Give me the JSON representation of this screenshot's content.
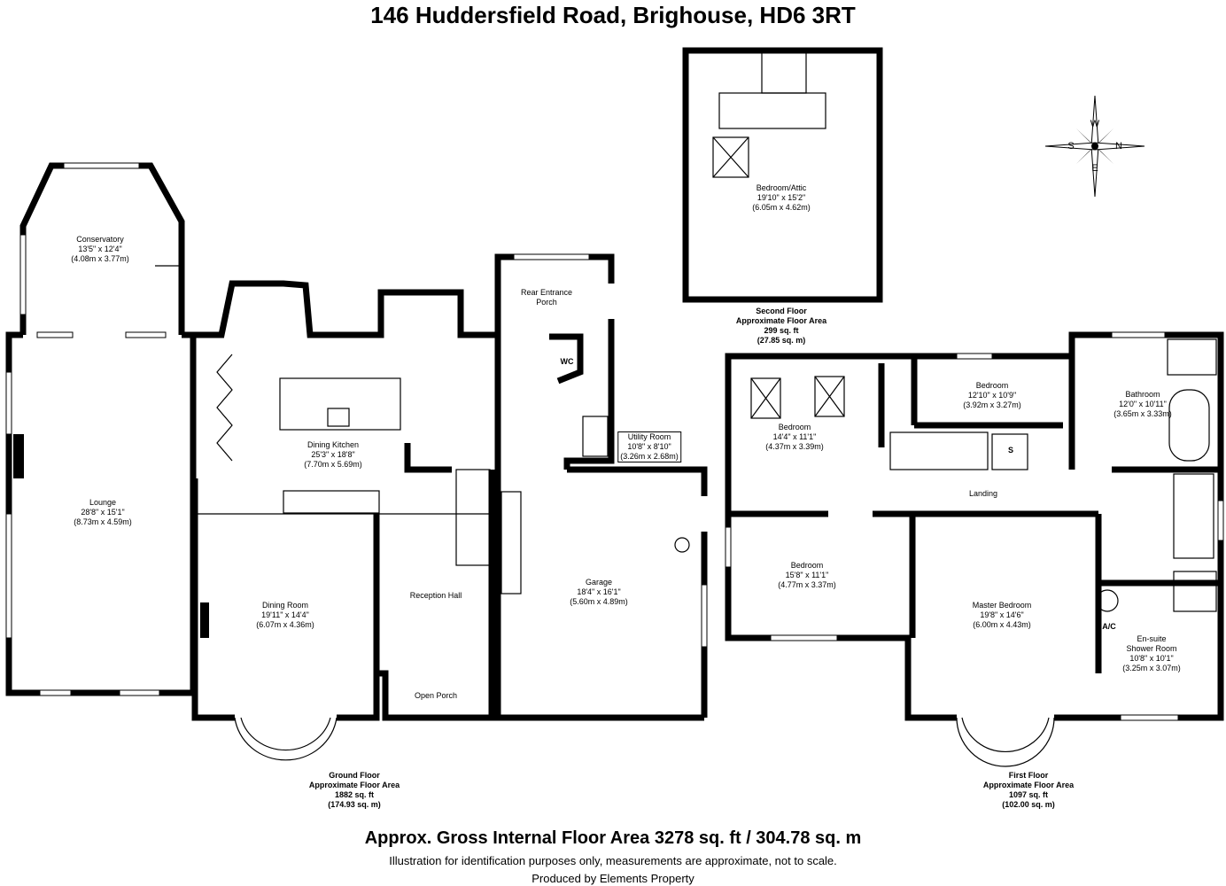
{
  "title": "146 Huddersfield Road, Brighouse, HD6 3RT",
  "rooms": {
    "conservatory": {
      "name": "Conservatory",
      "imperial": "13'5\" x 12'4\"",
      "metric": "(4.08m x 3.77m)"
    },
    "lounge": {
      "name": "Lounge",
      "imperial": "28'8\" x 15'1\"",
      "metric": "(8.73m x 4.59m)"
    },
    "dining_kitchen": {
      "name": "Dining Kitchen",
      "imperial": "25'3\" x 18'8\"",
      "metric": "(7.70m x 5.69m)"
    },
    "dining_room": {
      "name": "Dining Room",
      "imperial": "19'11\" x 14'4\"",
      "metric": "(6.07m x 4.36m)"
    },
    "reception_hall": {
      "name": "Reception Hall"
    },
    "open_porch": {
      "name": "Open Porch"
    },
    "rear_entrance_porch": {
      "name": "Rear Entrance",
      "name2": "Porch"
    },
    "wc": {
      "name": "WC"
    },
    "utility_room": {
      "name": "Utility Room",
      "imperial": "10'8\" x 8'10\"",
      "metric": "(3.26m x 2.68m)"
    },
    "garage": {
      "name": "Garage",
      "imperial": "18'4\" x 16'1\"",
      "metric": "(5.60m x 4.89m)"
    },
    "bedroom_attic": {
      "name": "Bedroom/Attic",
      "imperial": "19'10\" x 15'2\"",
      "metric": "(6.05m x 4.62m)"
    },
    "bedroom_1": {
      "name": "Bedroom",
      "imperial": "14'4\" x 11'1\"",
      "metric": "(4.37m x 3.39m)"
    },
    "bedroom_2": {
      "name": "Bedroom",
      "imperial": "12'10\" x 10'9\"",
      "metric": "(3.92m x 3.27m)"
    },
    "bathroom": {
      "name": "Bathroom",
      "imperial": "12'0\" x 10'11\"",
      "metric": "(3.65m x 3.33m)"
    },
    "storage": {
      "name": "S"
    },
    "landing": {
      "name": "Landing"
    },
    "bedroom_3": {
      "name": "Bedroom",
      "imperial": "15'8\" x 11'1\"",
      "metric": "(4.77m x 3.37m)"
    },
    "master_bedroom": {
      "name": "Master Bedroom",
      "imperial": "19'8\" x 14'6\"",
      "metric": "(6.00m x 4.43m)"
    },
    "ac": {
      "name": "A/C"
    },
    "ensuite": {
      "name": "En-suite",
      "name2": "Shower Room",
      "imperial": "10'8\" x 10'1\"",
      "metric": "(3.25m x 3.07m)"
    }
  },
  "floor_areas": {
    "ground": {
      "line1": "Ground Floor",
      "line2": "Approximate Floor Area",
      "line3": "1882 sq. ft",
      "line4": "(174.93 sq. m)"
    },
    "first": {
      "line1": "First Floor",
      "line2": "Approximate Floor Area",
      "line3": "1097 sq. ft",
      "line4": "(102.00 sq. m)"
    },
    "second": {
      "line1": "Second Floor",
      "line2": "Approximate Floor Area",
      "line3": "299 sq. ft",
      "line4": "(27.85 sq. m)"
    }
  },
  "compass": {
    "n": "N",
    "s": "S",
    "e": "E",
    "w": "W"
  },
  "footer": {
    "gross": "Approx. Gross Internal Floor Area 3278 sq. ft / 304.78 sq. m",
    "disclaimer": "Illustration for identification purposes only, measurements are approximate, not to scale.",
    "credit": "Produced by Elements Property"
  }
}
